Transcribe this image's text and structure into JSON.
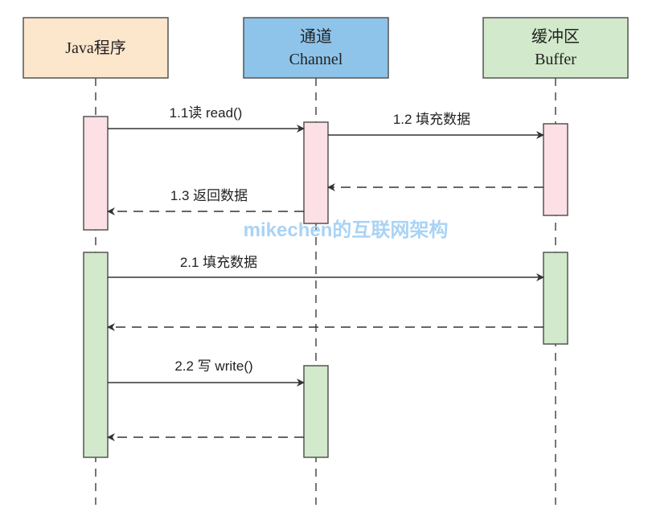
{
  "diagram": {
    "type": "sequence",
    "participants": [
      {
        "id": "java",
        "line1": "Java程序",
        "line2": "",
        "fill": "#fce6cc"
      },
      {
        "id": "channel",
        "line1": "通道",
        "line2": "Channel",
        "fill": "#8ec4ea"
      },
      {
        "id": "buffer",
        "line1": "缓冲区",
        "line2": "Buffer",
        "fill": "#d2e9cb"
      }
    ],
    "messages": [
      {
        "id": "m11",
        "label": "1.1读 read()",
        "from": "java",
        "to": "channel",
        "style": "solid"
      },
      {
        "id": "m12",
        "label": "1.2 填充数据",
        "from": "channel",
        "to": "buffer",
        "style": "solid"
      },
      {
        "id": "m12r",
        "label": "",
        "from": "buffer",
        "to": "channel",
        "style": "dashed"
      },
      {
        "id": "m13",
        "label": "1.3 返回数据",
        "from": "channel",
        "to": "java",
        "style": "dashed"
      },
      {
        "id": "m21",
        "label": "2.1 填充数据",
        "from": "java",
        "to": "buffer",
        "style": "solid"
      },
      {
        "id": "m21r",
        "label": "",
        "from": "buffer",
        "to": "java",
        "style": "dashed"
      },
      {
        "id": "m22",
        "label": "2.2 写 write()",
        "from": "java",
        "to": "channel",
        "style": "solid"
      },
      {
        "id": "m22r",
        "label": "",
        "from": "channel",
        "to": "java",
        "style": "dashed"
      }
    ],
    "activation_colors": {
      "read_phase": "#fde0e5",
      "write_phase": "#d2e9cb"
    },
    "watermark": "mikechen的互联网架构",
    "watermark_color": "#a9d3f5"
  }
}
